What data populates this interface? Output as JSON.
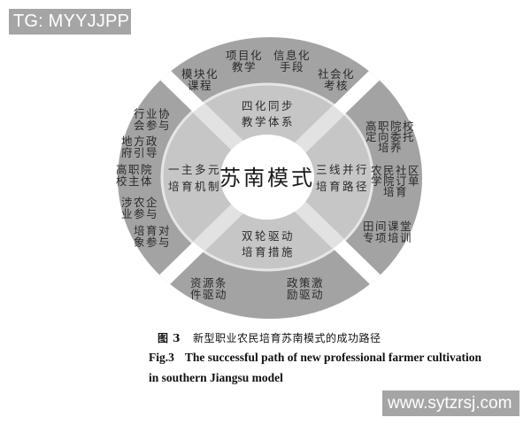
{
  "watermarks": {
    "top_left": "TG: MYYJJPP",
    "bottom_right": "www.sytzrsj.com"
  },
  "diagram": {
    "center": "苏南模式",
    "colors": {
      "outer_ring": "#a3a3a3",
      "inner_ring": "#c6c6c6",
      "center": "#ffffff",
      "separators": "#ffffff",
      "inner_outline": "#e4e4e4",
      "text": "#2a2a2a"
    },
    "middle": {
      "top": [
        "四化同步",
        "教学体系"
      ],
      "left": [
        "一主多元",
        "培育机制"
      ],
      "right": [
        "三线并行",
        "培育路径"
      ],
      "bottom": [
        "双轮驱动",
        "培育措施"
      ]
    },
    "outer": {
      "top": [
        [
          "模块化",
          "课程"
        ],
        [
          "项目化",
          "教学"
        ],
        [
          "信息化",
          "手段"
        ],
        [
          "社会化",
          "考核"
        ]
      ],
      "left": [
        [
          "行业协",
          "会参与"
        ],
        [
          "地方政",
          "府引导"
        ],
        [
          "高职院",
          "校主体"
        ],
        [
          "涉农企",
          "业参与"
        ],
        [
          "培育对",
          "象参与"
        ]
      ],
      "right": [
        [
          "高职院校",
          "定向委托",
          "培养"
        ],
        [
          "农民社区",
          "学院订单",
          "培育"
        ],
        [
          "田间课堂",
          "专项培训"
        ]
      ],
      "bottom": [
        [
          "资源条",
          "件驱动"
        ],
        [
          "政策激",
          "励驱动"
        ]
      ]
    }
  },
  "caption": {
    "cn_label": "图 3",
    "cn_text": "新型职业农民培育苏南模式的成功路径",
    "en_label": "Fig.3",
    "en_line1": "The successful path of new professional farmer cultivation",
    "en_line2": "in southern Jiangsu model"
  }
}
